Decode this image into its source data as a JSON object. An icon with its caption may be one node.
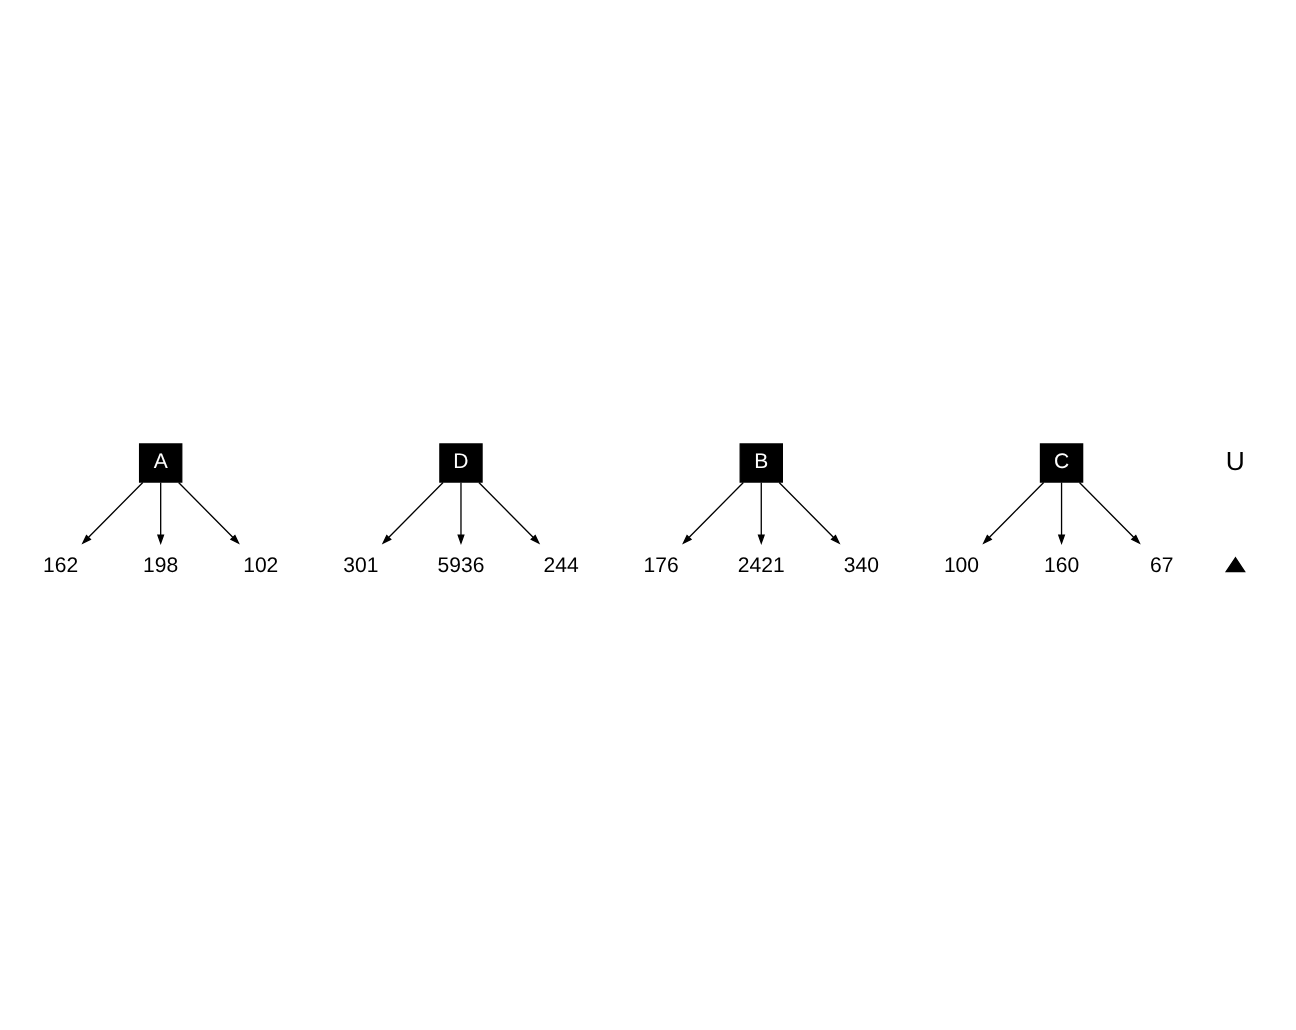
{
  "diagram": {
    "nodes": [
      {
        "text": [
          "A"
        ]
      },
      {
        "text": [
          "162"
        ]
      },
      {
        "text": [
          "198"
        ]
      },
      {
        "text": [
          "102"
        ]
      },
      {
        "text": [
          "D"
        ]
      },
      {
        "text": [
          "301"
        ]
      },
      {
        "text": [
          "5936"
        ]
      },
      {
        "text": [
          "244"
        ]
      },
      {
        "text": [
          "176"
        ]
      },
      {
        "text": [
          "2421"
        ]
      },
      {
        "text": [
          "B"
        ]
      },
      {
        "text": [
          "340"
        ]
      },
      {
        "text": [
          "100"
        ]
      },
      {
        "text": [
          "160"
        ]
      },
      {
        "text": [
          "67"
        ]
      },
      {
        "text": [
          "C"
        ]
      }
    ],
    "edges": [
      {
        "from": 0,
        "to": 1,
        "arrow": "to"
      },
      {
        "from": 0,
        "to": 2,
        "arrow": "to"
      },
      {
        "from": 0,
        "to": 3,
        "arrow": "to"
      },
      {
        "from": 4,
        "to": 5,
        "arrow": "to"
      },
      {
        "from": 4,
        "to": 6,
        "arrow": "to"
      },
      {
        "from": 4,
        "to": 7,
        "arrow": "to"
      },
      {
        "from": 10,
        "to": 8,
        "arrow": "to"
      },
      {
        "from": 10,
        "to": 9,
        "arrow": "to"
      },
      {
        "from": 10,
        "to": 11,
        "arrow": "to"
      },
      {
        "from": 15,
        "to": 12,
        "arrow": "to"
      },
      {
        "from": 15,
        "to": 13,
        "arrow": "to"
      },
      {
        "from": 15,
        "to": 14,
        "arrow": "to"
      }
    ],
    "labels": [
      "U"
    ]
  }
}
